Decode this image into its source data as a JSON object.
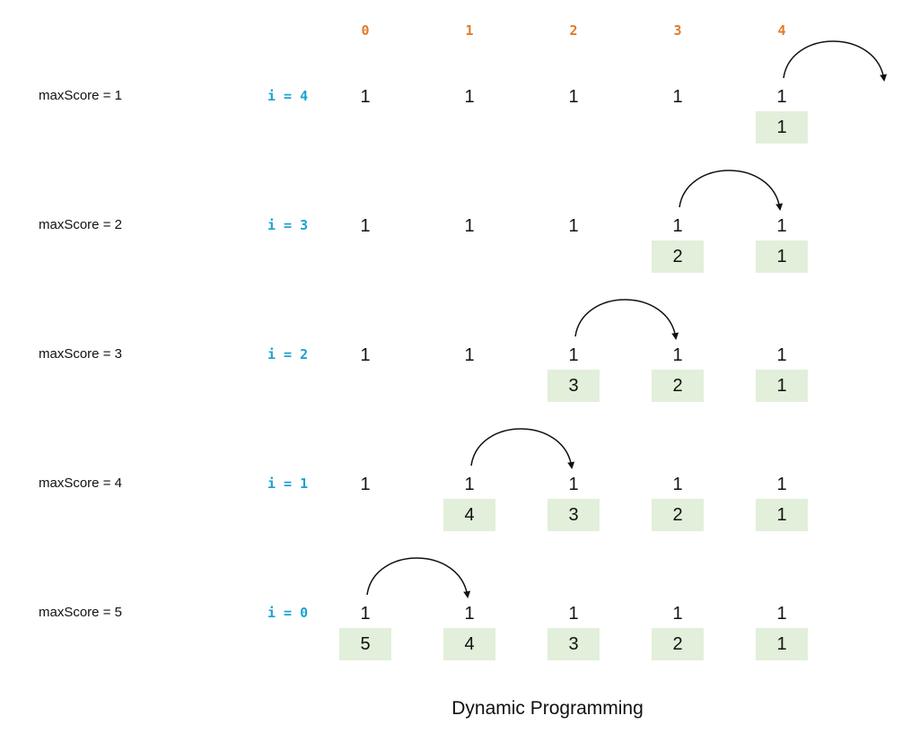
{
  "colors": {
    "index_header": "#e07b2a",
    "i_label": "#1aa3d1",
    "dp_box_fill": "#e2efda",
    "text": "#111111",
    "arrow": "#111111"
  },
  "indices": [
    "0",
    "1",
    "2",
    "3",
    "4"
  ],
  "rows": [
    {
      "label": "maxScore = 1",
      "i_label": "i = 4",
      "values": [
        "1",
        "1",
        "1",
        "1",
        "1"
      ],
      "dp": [
        null,
        null,
        null,
        null,
        "1"
      ],
      "arc_from": 4,
      "arc_to": 5
    },
    {
      "label": "maxScore = 2",
      "i_label": "i = 3",
      "values": [
        "1",
        "1",
        "1",
        "1",
        "1"
      ],
      "dp": [
        null,
        null,
        null,
        "2",
        "1"
      ],
      "arc_from": 3,
      "arc_to": 4
    },
    {
      "label": "maxScore = 3",
      "i_label": "i = 2",
      "values": [
        "1",
        "1",
        "1",
        "1",
        "1"
      ],
      "dp": [
        null,
        null,
        "3",
        "2",
        "1"
      ],
      "arc_from": 2,
      "arc_to": 3
    },
    {
      "label": "maxScore = 4",
      "i_label": "i = 1",
      "values": [
        "1",
        "1",
        "1",
        "1",
        "1"
      ],
      "dp": [
        null,
        "4",
        "3",
        "2",
        "1"
      ],
      "arc_from": 1,
      "arc_to": 2
    },
    {
      "label": "maxScore = 5",
      "i_label": "i = 0",
      "values": [
        "1",
        "1",
        "1",
        "1",
        "1"
      ],
      "dp": [
        "5",
        "4",
        "3",
        "2",
        "1"
      ],
      "arc_from": 0,
      "arc_to": 1
    }
  ],
  "caption": "Dynamic Programming"
}
